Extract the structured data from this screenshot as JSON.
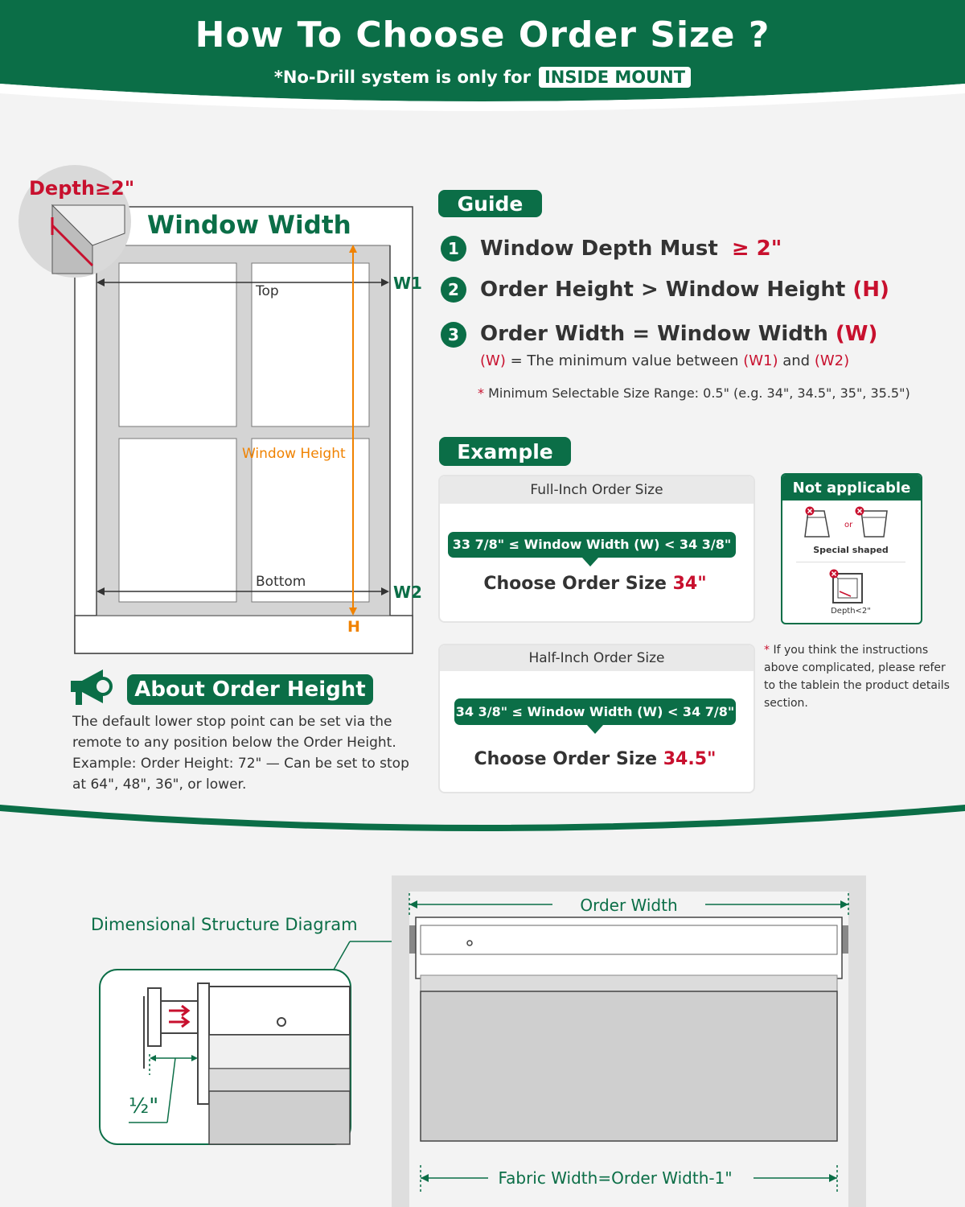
{
  "colors": {
    "brand": "#0b6e47",
    "accent": "#c8102e",
    "dimension": "#f08200"
  },
  "header": {
    "title": "How To Choose Order Size ?",
    "subtitle": "*No-Drill system is only for",
    "badge": "INSIDE MOUNT"
  },
  "window_diagram": {
    "depth_label": "Depth≥2\"",
    "width_label": "Window Width",
    "top": "Top",
    "bottom": "Bottom",
    "height_label": "Window Height",
    "w1": "W1",
    "w2": "W2",
    "h": "H"
  },
  "guide": {
    "label": "Guide",
    "items": [
      {
        "num": "1",
        "text": "Window Depth Must",
        "emph": "≥ 2\""
      },
      {
        "num": "2",
        "text": "Order Height > Window Height",
        "emph": "(H)"
      },
      {
        "num": "3",
        "text": "Order Width = Window Width",
        "emph": "(W)"
      }
    ],
    "note_parts": [
      "(W)",
      "= The minimum value between",
      "(W1)",
      "and",
      "(W2)"
    ],
    "min_star": "*",
    "min_range": "Minimum Selectable Size Range: 0.5\" (e.g.  34\", 34.5\", 35\", 35.5\")"
  },
  "example": {
    "label": "Example",
    "full": {
      "header": "Full-Inch Order Size",
      "range": "33 7/8\" ≤ Window Width (W) < 34 3/8\"",
      "choose": "Choose Order Size",
      "value": "34\""
    },
    "half": {
      "header": "Half-Inch Order Size",
      "range": "34 3/8\" ≤ Window Width (W) < 34 7/8\"",
      "choose": "Choose Order Size",
      "value": "34.5\""
    }
  },
  "not_applicable": {
    "header": "Not applicable",
    "or": "or",
    "special": "Special shaped",
    "depth": "Depth<2\""
  },
  "side_note": {
    "star": "*",
    "text": "If you think the instructions above complicated, please refer to the tablein the product details section."
  },
  "order_height": {
    "icon": "megaphone-icon",
    "title": "About Order Height",
    "lines": [
      "The default lower stop point can be set via the",
      "remote to any position below the Order Height.",
      "Example: Order Height: 72\" — Can be set to stop",
      "at 64\", 48\", 36\", or lower."
    ]
  },
  "structure": {
    "title": "Dimensional Structure Diagram",
    "half": "½\"",
    "order_width": "Order Width",
    "fabric_width": "Fabric Width=Order Width-1\""
  }
}
